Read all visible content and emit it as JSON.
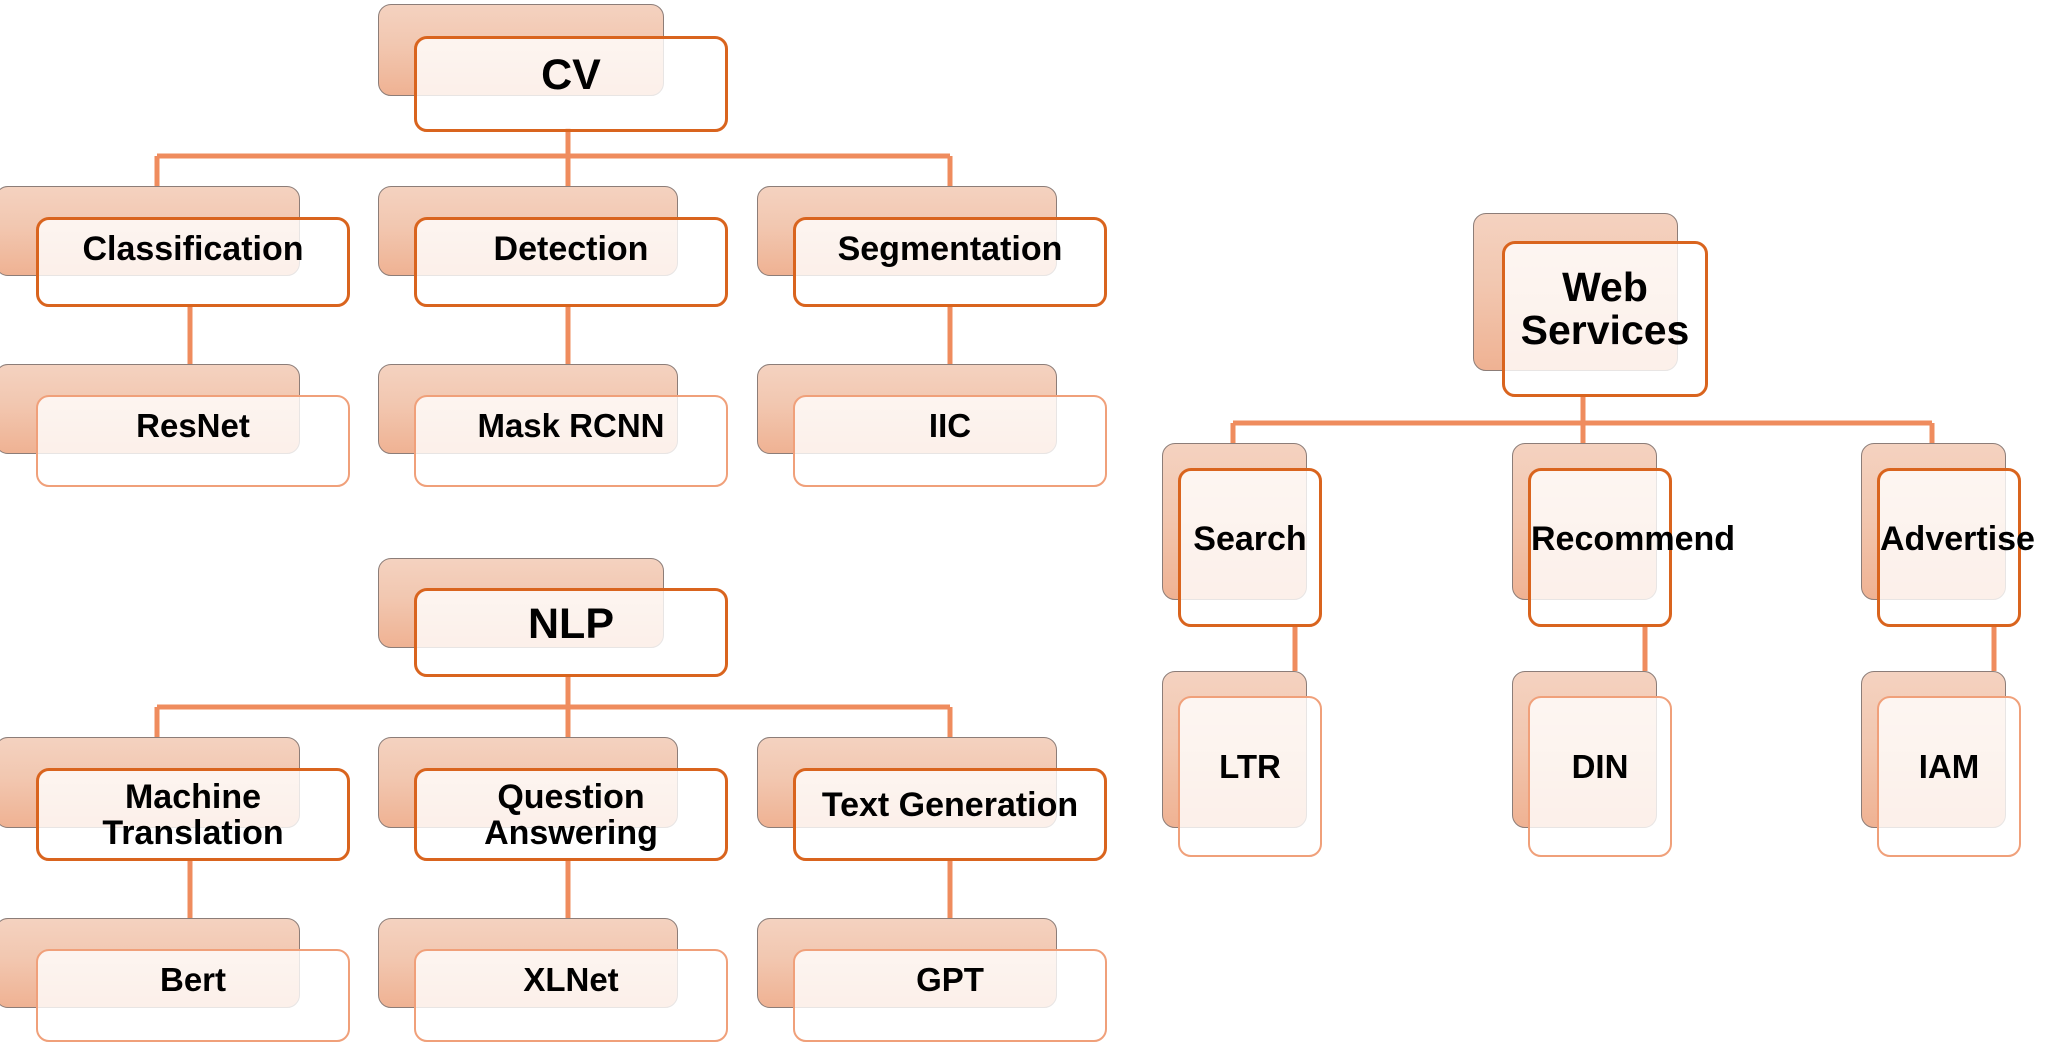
{
  "diagram": {
    "title": "AI application taxonomy tree",
    "background_color": "#ffffff",
    "palette": {
      "back_box_gradient_top": "#f4d2c0",
      "back_box_gradient_bottom": "#efb293",
      "back_box_border": "#8c7d78",
      "front_box_fill": "#ffffff",
      "front_box_border_strong": "#d9641e",
      "front_box_border_light": "#f0a07a",
      "connector_line": "#ef8c5e",
      "text_color": "#000000"
    },
    "trees": [
      {
        "id": "cv-tree",
        "root": {
          "id": "cv",
          "label": "CV"
        },
        "children": [
          {
            "id": "classification",
            "label": "Classification",
            "leaf": {
              "id": "resnet",
              "label": "ResNet"
            }
          },
          {
            "id": "detection",
            "label": "Detection",
            "leaf": {
              "id": "mask-rcnn",
              "label": "Mask RCNN"
            }
          },
          {
            "id": "segmentation",
            "label": "Segmentation",
            "leaf": {
              "id": "iic",
              "label": "IIC"
            }
          }
        ]
      },
      {
        "id": "nlp-tree",
        "root": {
          "id": "nlp",
          "label": "NLP"
        },
        "children": [
          {
            "id": "machine-translation",
            "label": "Machine\nTranslation",
            "leaf": {
              "id": "bert",
              "label": "Bert"
            }
          },
          {
            "id": "question-answering",
            "label": "Question\nAnswering",
            "leaf": {
              "id": "xlnet",
              "label": "XLNet"
            }
          },
          {
            "id": "text-generation",
            "label": "Text Generation",
            "leaf": {
              "id": "gpt",
              "label": "GPT"
            }
          }
        ]
      },
      {
        "id": "web-services-tree",
        "root": {
          "id": "web-services",
          "label": "Web\nServices"
        },
        "children": [
          {
            "id": "search",
            "label": "Search",
            "leaf": {
              "id": "ltr",
              "label": "LTR"
            }
          },
          {
            "id": "recommend",
            "label": "Recommend",
            "leaf": {
              "id": "din",
              "label": "DIN"
            }
          },
          {
            "id": "advertise",
            "label": "Advertise",
            "leaf": {
              "id": "iam",
              "label": "IAM"
            }
          }
        ]
      }
    ]
  }
}
